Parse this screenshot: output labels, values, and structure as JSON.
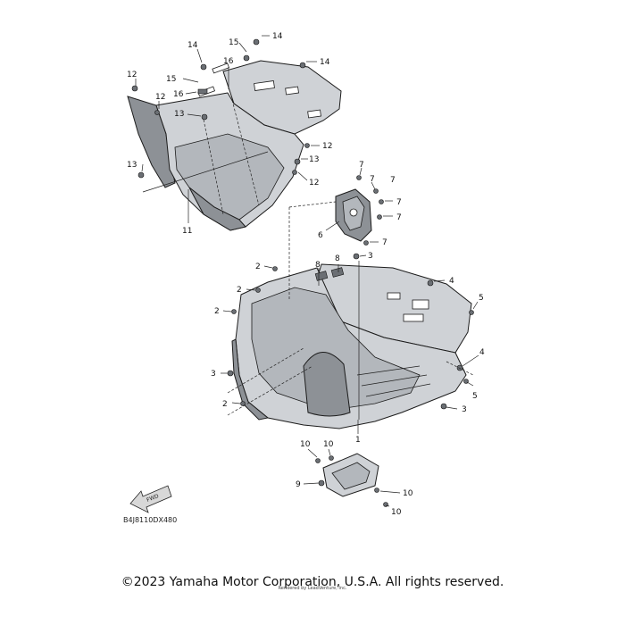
{
  "diagram_code": "B4J8110DX480",
  "fwd_label": "FWD",
  "copyright": "©2023 Yamaha Motor Corporation, U.S.A. All rights reserved.",
  "credit": "Rendered by LeadVenture, Inc.",
  "callouts": {
    "c1": "1",
    "c2a": "2",
    "c2b": "2",
    "c2c": "2",
    "c2d": "2",
    "c3a": "3",
    "c3b": "3",
    "c3c": "3",
    "c4a": "4",
    "c4b": "4",
    "c5a": "5",
    "c5b": "5",
    "c6": "6",
    "c7a": "7",
    "c7b": "7",
    "c7c": "7",
    "c7d": "7",
    "c7e": "7",
    "c7f": "7",
    "c8a": "8",
    "c8b": "8",
    "c9": "9",
    "c10a": "10",
    "c10b": "10",
    "c10c": "10",
    "c10d": "10",
    "c11": "11",
    "c12a": "12",
    "c12b": "12",
    "c12c": "12",
    "c12d": "12",
    "c13a": "13",
    "c13b": "13",
    "c13c": "13",
    "c14a": "14",
    "c14b": "14",
    "c14c": "14",
    "c15a": "15",
    "c15b": "15",
    "c16a": "16",
    "c16b": "16"
  }
}
